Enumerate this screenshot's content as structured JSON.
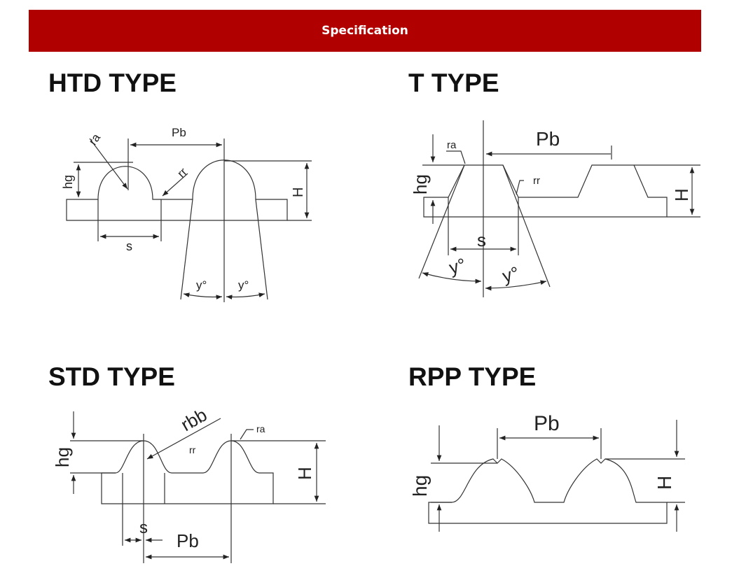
{
  "banner": {
    "title": "Specification",
    "color": "#b00000"
  },
  "sections": {
    "htd": {
      "title": "HTD TYPE",
      "labels": {
        "ra": "ra",
        "pb": "Pb",
        "rr": "rr",
        "hg": "hg",
        "h": "H",
        "s": "s",
        "y_left": "y°",
        "y_right": "y°"
      }
    },
    "t": {
      "title": "T TYPE",
      "labels": {
        "ra": "ra",
        "pb": "Pb",
        "rr": "rr",
        "hg": "hg",
        "h": "H",
        "s": "s",
        "y_left": "y°",
        "y_right": "y°"
      }
    },
    "std": {
      "title": "STD TYPE",
      "labels": {
        "rbb": "rbb",
        "ra": "ra",
        "rr": "rr",
        "hg": "hg",
        "h": "H",
        "s": "s",
        "pb": "Pb"
      }
    },
    "rpp": {
      "title": "RPP TYPE",
      "labels": {
        "pb": "Pb",
        "hg": "hg",
        "h": "H"
      }
    }
  }
}
